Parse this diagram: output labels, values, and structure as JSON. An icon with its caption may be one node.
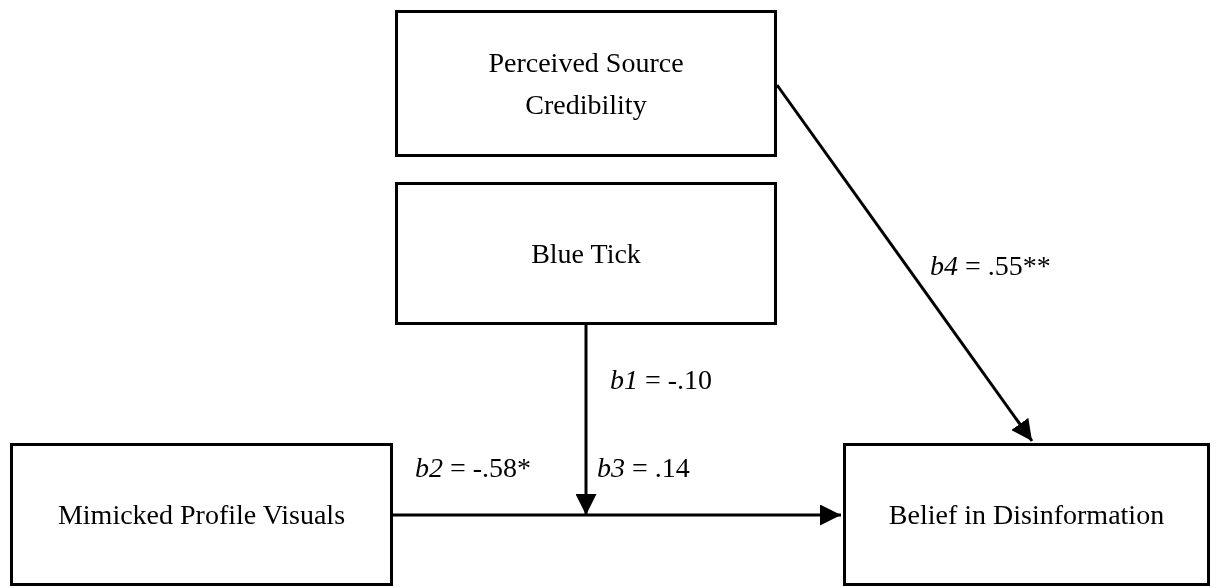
{
  "diagram": {
    "nodes": [
      {
        "text": [
          "Perceived Source Credibility"
        ]
      },
      {
        "text": [
          "Blue Tick"
        ]
      },
      {
        "text": [
          "Mimicked Profile Visuals"
        ]
      },
      {
        "text": [
          "Belief in Disinformation"
        ]
      }
    ],
    "edges": [
      {
        "from": 0,
        "to": 3,
        "arrow": "to",
        "label": "*b4* = .55**"
      },
      {
        "from": 1,
        "to": null,
        "arrow": "to",
        "label": "*b1* = -.10"
      },
      {
        "from": 2,
        "to": 3,
        "arrow": "to",
        "label": "*b2* = -.58*"
      }
    ],
    "labels": [
      "*b3* = .14"
    ]
  }
}
